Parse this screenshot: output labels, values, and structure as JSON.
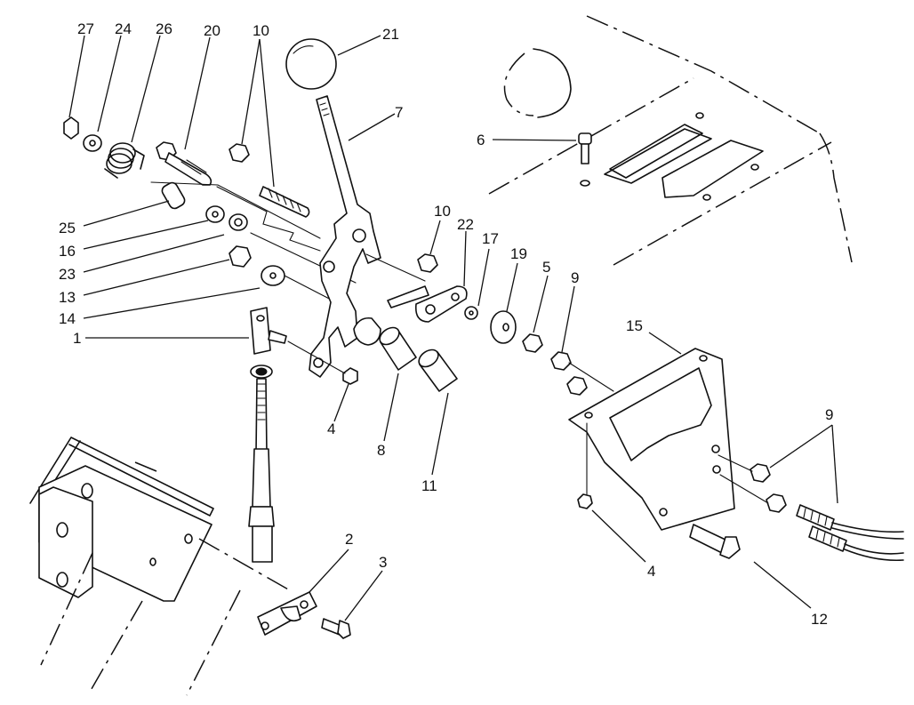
{
  "callouts": [
    {
      "id": "c27",
      "text": "27"
    },
    {
      "id": "c24",
      "text": "24"
    },
    {
      "id": "c26",
      "text": "26"
    },
    {
      "id": "c20",
      "text": "20"
    },
    {
      "id": "c10a",
      "text": "10"
    },
    {
      "id": "c21",
      "text": "21"
    },
    {
      "id": "c7",
      "text": "7"
    },
    {
      "id": "c6",
      "text": "6"
    },
    {
      "id": "c25",
      "text": "25"
    },
    {
      "id": "c16",
      "text": "16"
    },
    {
      "id": "c23",
      "text": "23"
    },
    {
      "id": "c13",
      "text": "13"
    },
    {
      "id": "c14",
      "text": "14"
    },
    {
      "id": "c1",
      "text": "1"
    },
    {
      "id": "c10b",
      "text": "10"
    },
    {
      "id": "c22",
      "text": "22"
    },
    {
      "id": "c17",
      "text": "17"
    },
    {
      "id": "c19",
      "text": "19"
    },
    {
      "id": "c5",
      "text": "5"
    },
    {
      "id": "c9a",
      "text": "9"
    },
    {
      "id": "c15",
      "text": "15"
    },
    {
      "id": "c9b",
      "text": "9"
    },
    {
      "id": "c4a",
      "text": "4"
    },
    {
      "id": "c8",
      "text": "8"
    },
    {
      "id": "c11",
      "text": "11"
    },
    {
      "id": "c2",
      "text": "2"
    },
    {
      "id": "c3",
      "text": "3"
    },
    {
      "id": "c4b",
      "text": "4"
    },
    {
      "id": "c12",
      "text": "12"
    }
  ]
}
